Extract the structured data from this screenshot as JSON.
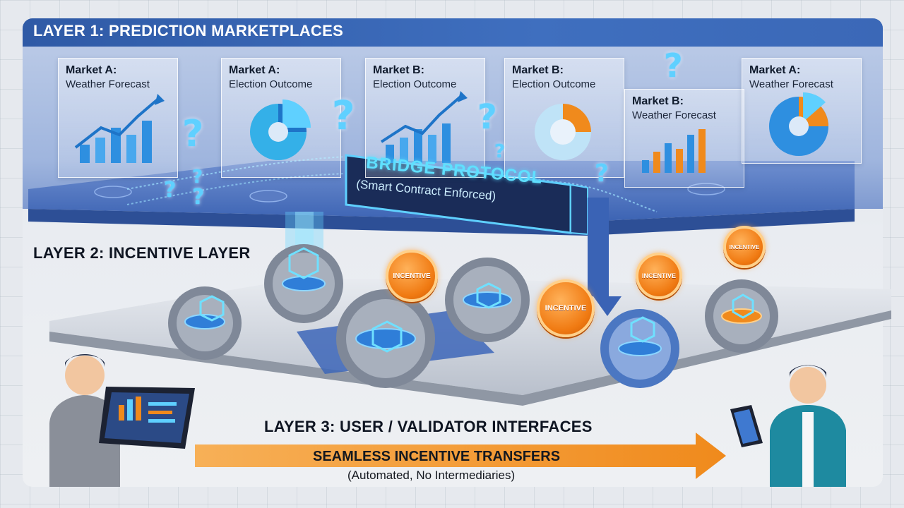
{
  "diagram": {
    "layer1": {
      "title": "LAYER 1: PREDICTION MARKETPLACES"
    },
    "layer2": {
      "title": "LAYER 2: INCENTIVE LAYER"
    },
    "layer3": {
      "title": "LAYER 3: USER / VALIDATOR INTERFACES"
    },
    "markets": [
      {
        "title": "Market A:",
        "subtitle": "Weather Forecast",
        "chart": "bar-line-icon"
      },
      {
        "title": "Market A:",
        "subtitle": "Election Outcome",
        "chart": "pie-icon"
      },
      {
        "title": "Market B:",
        "subtitle": "Election Outcome",
        "chart": "bar-line-icon"
      },
      {
        "title": "Market B:",
        "subtitle": "Election Outcome",
        "chart": "donut-icon"
      },
      {
        "title": "Market B:",
        "subtitle": "Weather Forecast",
        "chart": "bar-icon"
      },
      {
        "title": "Market A:",
        "subtitle": "Weather Forecast",
        "chart": "pie-icon"
      }
    ],
    "question_mark": "?",
    "bridge": {
      "title": "BRIDGE PROTOCOL",
      "subtitle": "(Smart Contract Enforced)"
    },
    "coin_label": "INCENTIVE",
    "flow": {
      "main": "SEAMLESS INCENTIVE TRANSFERS",
      "sub": "(Automated, No Intermediaries)"
    },
    "icons": [
      "gear-icon",
      "hexagon-icon",
      "user-icon",
      "tablet-icon",
      "phone-icon",
      "arrow-right-icon"
    ],
    "colors": {
      "header_blue": "#2f5aa6",
      "panel_blue": "#9fb5de",
      "bar_blue": "#2e8fe0",
      "accent_orange": "#f08a1c",
      "cyan_glow": "#5fd0ff",
      "gear_gray": "#8a93a3"
    }
  }
}
